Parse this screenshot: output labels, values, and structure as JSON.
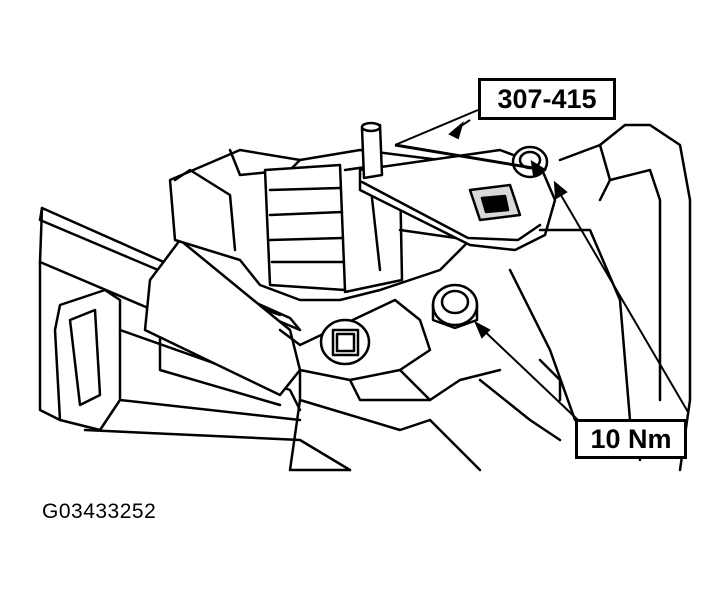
{
  "callouts": {
    "tool_number": "307-415",
    "torque_spec": "10 Nm"
  },
  "figure": {
    "id": "G03433252"
  },
  "colors": {
    "ink": "#000000",
    "paper": "#ffffff",
    "shade": "#d8d8d8"
  }
}
